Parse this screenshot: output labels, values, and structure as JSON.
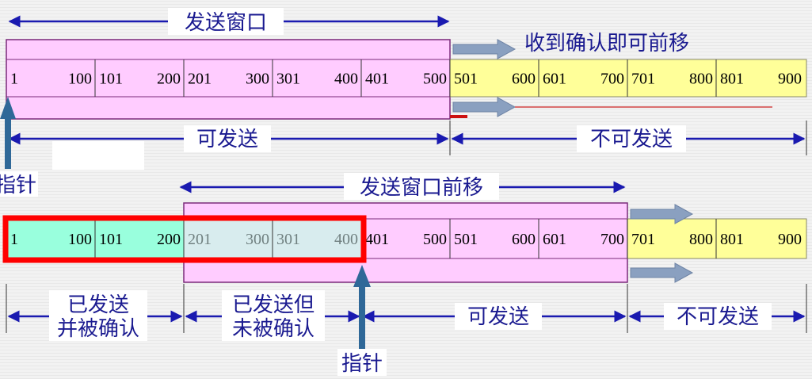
{
  "colors": {
    "window": "#ffccff",
    "unsendable": "#ffff99",
    "acked": "#99ffdd",
    "sent_unacked": "#d8ecee",
    "arrow_line": "#1a1ab0",
    "pointer": "#2f6898",
    "shift_arrow": "#8aa0c0",
    "highlight": "#ff0000",
    "faded_text": "#708080"
  },
  "top": {
    "window_label": "发送窗口",
    "shift_note": "收到确认即可前移",
    "sendable_label": "可发送",
    "unsendable_label": "不可发送",
    "pointer_label": "指针",
    "cells": [
      {
        "from": "1",
        "to": "100"
      },
      {
        "from": "101",
        "to": "200"
      },
      {
        "from": "201",
        "to": "300"
      },
      {
        "from": "301",
        "to": "400"
      },
      {
        "from": "401",
        "to": "500"
      },
      {
        "from": "501",
        "to": "600"
      },
      {
        "from": "601",
        "to": "700"
      },
      {
        "from": "701",
        "to": "800"
      },
      {
        "from": "801",
        "to": "900"
      }
    ]
  },
  "bottom": {
    "window_label": "发送窗口前移",
    "acked_label_line1": "已发送",
    "acked_label_line2": "并被确认",
    "unacked_label_line1": "已发送但",
    "unacked_label_line2": "未被确认",
    "sendable_label": "可发送",
    "unsendable_label": "不可发送",
    "pointer_label": "指针",
    "cells": [
      {
        "from": "1",
        "to": "100"
      },
      {
        "from": "101",
        "to": "200"
      },
      {
        "from": "201",
        "to": "300"
      },
      {
        "from": "301",
        "to": "400"
      },
      {
        "from": "401",
        "to": "500"
      },
      {
        "from": "501",
        "to": "600"
      },
      {
        "from": "601",
        "to": "700"
      },
      {
        "from": "701",
        "to": "800"
      },
      {
        "from": "801",
        "to": "900"
      }
    ]
  }
}
